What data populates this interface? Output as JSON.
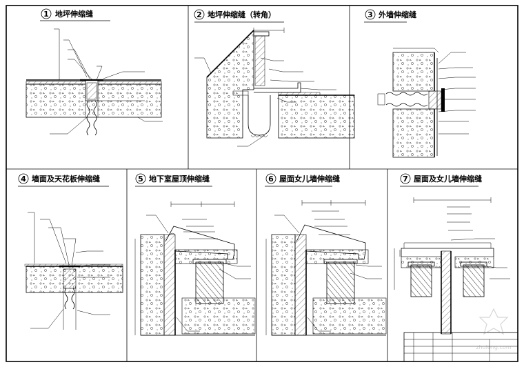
{
  "panels": [
    {
      "num": "1",
      "title": "地坪伸缩缝"
    },
    {
      "num": "2",
      "title": "地坪伸缩缝（转角）"
    },
    {
      "num": "3",
      "title": "外墙伸缩缝"
    },
    {
      "num": "4",
      "title": "墙面及天花板伸缩缝"
    },
    {
      "num": "5",
      "title": "地下室屋顶伸缩缝"
    },
    {
      "num": "6",
      "title": "屋面女儿墙伸缩缝"
    },
    {
      "num": "7",
      "title": "屋面及女儿墙伸缩缝"
    }
  ],
  "watermark": "zhulong.com"
}
